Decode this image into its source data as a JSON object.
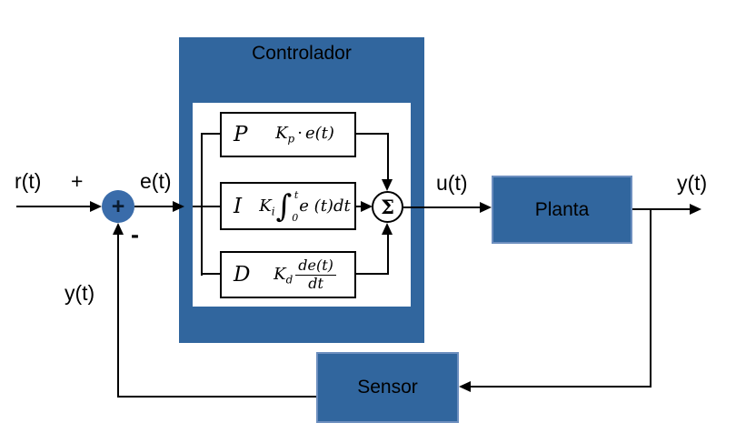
{
  "diagram": {
    "background": "#ffffff",
    "block_blue": "#31669e",
    "sum_circle_blue": "#3a6caa",
    "line_color": "#000000"
  },
  "labels": {
    "reference": "r(t)",
    "plus": "+",
    "error": "e(t)",
    "minus": "-",
    "feedback": "y(t)",
    "control": "u(t)",
    "output": "y(t)"
  },
  "sum_junction": {
    "symbol": "+"
  },
  "sigma_junction": {
    "symbol": "Σ"
  },
  "blocks": {
    "controller": {
      "title": "Controlador"
    },
    "plant": {
      "title": "Planta"
    },
    "sensor": {
      "title": "Sensor"
    }
  },
  "pid": {
    "p": {
      "label": "P",
      "gain": "K",
      "gain_sub": "p",
      "operator": "·",
      "expr": "e(t)"
    },
    "i": {
      "label": "I",
      "gain": "K",
      "gain_sub": "i",
      "integral": "∫",
      "upper_limit": "t",
      "lower_limit": "0",
      "expr": "e (t)dt"
    },
    "d": {
      "label": "D",
      "gain": "K",
      "gain_sub": "d",
      "numerator": "de(t)",
      "denominator": "dt"
    }
  }
}
